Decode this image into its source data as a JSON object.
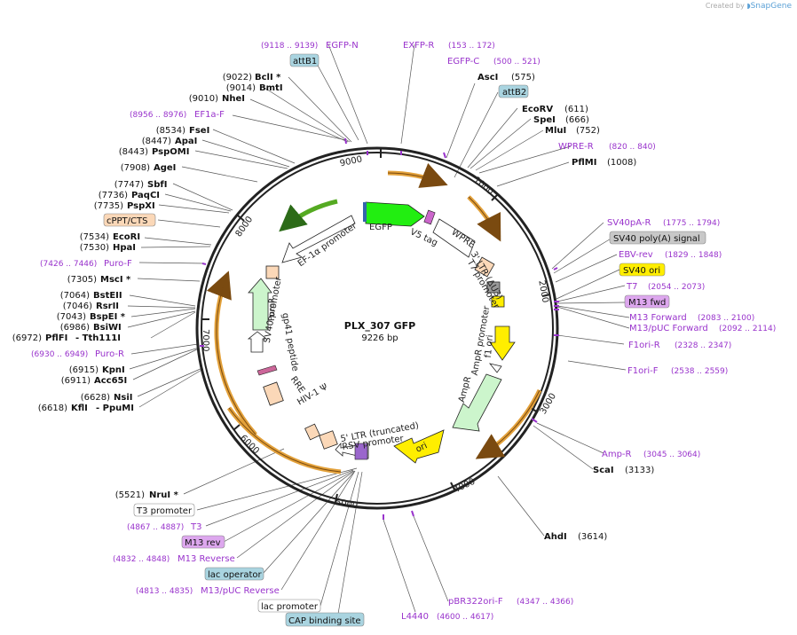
{
  "branding": {
    "text": "Created by",
    "brand": "SnapGene"
  },
  "plasmid": {
    "name": "PLX_307 GFP",
    "length": "9226 bp"
  },
  "ticks": [
    "9000",
    "1000",
    "2000",
    "3000",
    "4000",
    "5000",
    "6000",
    "7000",
    "8000"
  ],
  "sites": {
    "bcli": {
      "name": "BclI *",
      "pos": "(9022)"
    },
    "bmti": {
      "name": "BmtI",
      "pos": "(9014)"
    },
    "nhei": {
      "name": "NheI",
      "pos": "(9010)"
    },
    "fsei": {
      "name": "FseI",
      "pos": "(8534)"
    },
    "apai": {
      "name": "ApaI",
      "pos": "(8447)"
    },
    "pspomi": {
      "name": "PspOMI",
      "pos": "(8443)"
    },
    "agei": {
      "name": "AgeI",
      "pos": "(7908)"
    },
    "sbfi": {
      "name": "SbfI",
      "pos": "(7747)"
    },
    "paqci": {
      "name": "PaqCI",
      "pos": "(7736)"
    },
    "pspxi": {
      "name": "PspXI",
      "pos": "(7735)"
    },
    "ecori": {
      "name": "EcoRI",
      "pos": "(7534)"
    },
    "hpai": {
      "name": "HpaI",
      "pos": "(7530)"
    },
    "msci": {
      "name": "MscI *",
      "pos": "(7305)"
    },
    "bsteii": {
      "name": "BstEII",
      "pos": "(7064)"
    },
    "rsrii": {
      "name": "RsrII",
      "pos": "(7046)"
    },
    "bspei": {
      "name": "BspEI *",
      "pos": "(7043)"
    },
    "bsiwi": {
      "name": "BsiWI",
      "pos": "(6986)"
    },
    "pflfi": {
      "name": "PflFI",
      "pos": "(6972)",
      "alt": "- Tth111I"
    },
    "kpni": {
      "name": "KpnI",
      "pos": "(6915)"
    },
    "acc65i": {
      "name": "Acc65I",
      "pos": "(6911)"
    },
    "nsii": {
      "name": "NsiI",
      "pos": "(6628)"
    },
    "kfli": {
      "name": "KflI",
      "pos": "(6618)",
      "alt": "- PpuMI"
    },
    "nrui": {
      "name": "NruI *",
      "pos": "(5521)"
    },
    "asci": {
      "name": "AscI",
      "pos": "(575)"
    },
    "ecorv": {
      "name": "EcoRV",
      "pos": "(611)"
    },
    "spei": {
      "name": "SpeI",
      "pos": "(666)"
    },
    "mlui": {
      "name": "MluI",
      "pos": "(752)"
    },
    "pflmi": {
      "name": "PflMI",
      "pos": "(1008)"
    },
    "scai": {
      "name": "ScaI",
      "pos": "(3133)"
    },
    "ahdi": {
      "name": "AhdI",
      "pos": "(3614)"
    }
  },
  "primers": {
    "egfp_n": {
      "range": "(9118 .. 9139)",
      "name": "EGFP-N"
    },
    "exfp_r": {
      "name": "EXFP-R",
      "range": "(153 .. 172)"
    },
    "egfp_c": {
      "name": "EGFP-C",
      "range": "(500 .. 521)"
    },
    "ef1a_f": {
      "range": "(8956 .. 8976)",
      "name": "EF1a-F"
    },
    "wpre_r": {
      "name": "WPRE-R",
      "range": "(820 .. 840)"
    },
    "sv40pa_r": {
      "name": "SV40pA-R",
      "range": "(1775 .. 1794)"
    },
    "ebv_rev": {
      "name": "EBV-rev",
      "range": "(1829 .. 1848)"
    },
    "t7": {
      "name": "T7",
      "range": "(2054 .. 2073)"
    },
    "m13_fwd_range": {
      "name": "M13 Forward",
      "range": "(2083 .. 2100)"
    },
    "m13puc_fwd": {
      "name": "M13/pUC Forward",
      "range": "(2092 .. 2114)"
    },
    "f1ori_r": {
      "name": "F1ori-R",
      "range": "(2328 .. 2347)"
    },
    "f1ori_f": {
      "name": "F1ori-F",
      "range": "(2538 .. 2559)"
    },
    "amp_r": {
      "name": "Amp-R",
      "range": "(3045 .. 3064)"
    },
    "pbr322": {
      "name": "pBR322ori-F",
      "range": "(4347 .. 4366)"
    },
    "l4440": {
      "name": "L4440",
      "range": "(4600 .. 4617)"
    },
    "puro_f": {
      "range": "(7426 .. 7446)",
      "name": "Puro-F"
    },
    "puro_r": {
      "range": "(6930 .. 6949)",
      "name": "Puro-R"
    },
    "t3": {
      "range": "(4867 .. 4887)",
      "name": "T3"
    },
    "m13_reverse": {
      "range": "(4832 .. 4848)",
      "name": "M13 Reverse"
    },
    "m13puc_reverse": {
      "range": "(4813 .. 4835)",
      "name": "M13/pUC Reverse"
    }
  },
  "boxes": {
    "attb1": "attB1",
    "attb2": "attB2",
    "cppt": "cPPT/CTS",
    "sv40_polya": "SV40 poly(A) signal",
    "sv40_ori": "SV40 ori",
    "m13_fwd": "M13 fwd",
    "t3_promoter": "T3 promoter",
    "m13_rev": "M13 rev",
    "lac_operator": "lac operator",
    "lac_promoter": "lac promoter",
    "cap_site": "CAP binding site"
  },
  "features": {
    "egfp": "EGFP",
    "v5tag": "V5 tag",
    "wpre": "WPRE",
    "ltr3": "3' LTR (ΔU3)",
    "t7prom": "T7 promoter",
    "f1ori": "f1 ori",
    "amppromoter": "AmpR promoter",
    "ampr": "AmpR",
    "ori": "ori",
    "rsv": "RSV promoter",
    "ltr5": "5' LTR (truncated)",
    "hiv": "HIV-1 Ψ",
    "rre": "RRE",
    "gp41": "gp41 peptide",
    "sv40prom": "SV40 promoter",
    "puror": "PuroR",
    "ef1a": "EF-1α promoter"
  },
  "colors": {
    "primer": "#9933cc",
    "egfp": "#22ee11",
    "yellow": "#ffee00",
    "orf_arrow": "#e3a13a",
    "peach": "#fbd8b8",
    "attb": "#a9d4e0",
    "green_light": "#ccf5cc"
  }
}
